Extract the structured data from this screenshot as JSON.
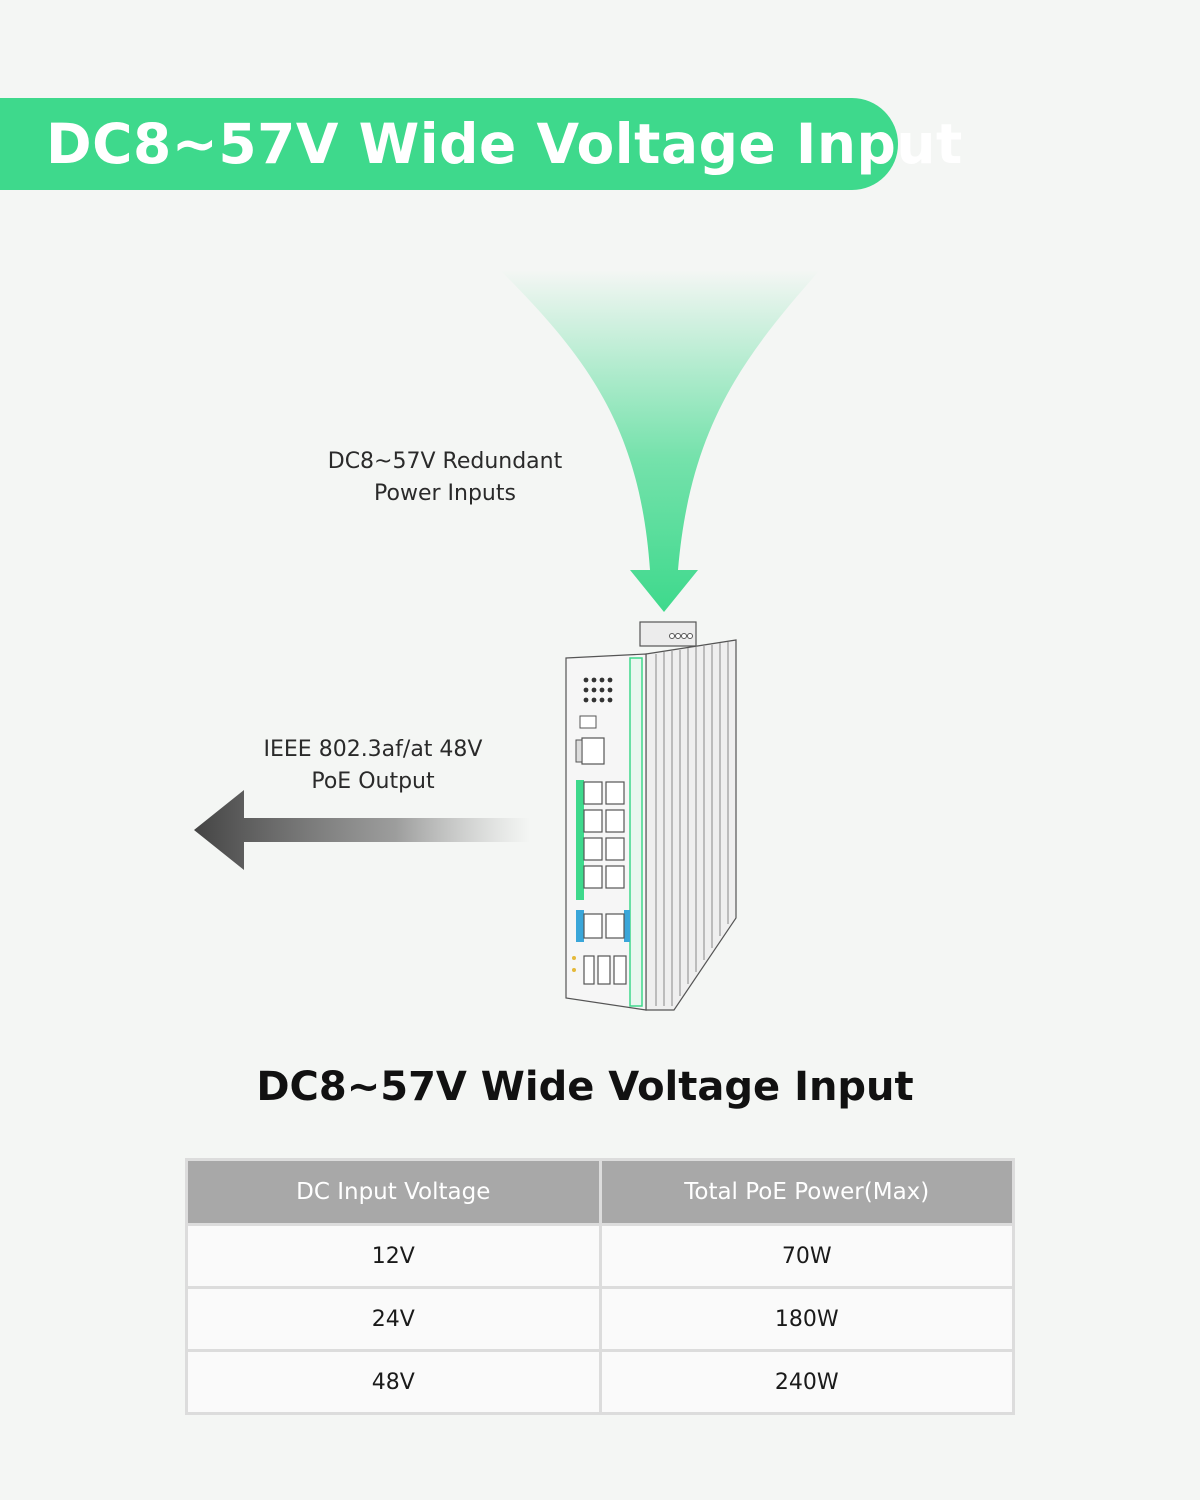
{
  "banner": {
    "title": "DC8~57V Wide Voltage Input"
  },
  "annotations": {
    "power_input_line1": "DC8~57V Redundant",
    "power_input_line2": "Power Inputs",
    "poe_output_line1": "IEEE 802.3af/at 48V",
    "poe_output_line2": "PoE Output"
  },
  "section": {
    "title": "DC8~57V Wide Voltage Input"
  },
  "table": {
    "headers": [
      "DC Input Voltage",
      "Total PoE Power(Max)"
    ],
    "rows": [
      [
        "12V",
        "70W"
      ],
      [
        "24V",
        "180W"
      ],
      [
        "48V",
        "240W"
      ]
    ]
  },
  "colors": {
    "accent_green": "#3ed98c",
    "table_header": "#a8a8a8",
    "table_border": "#dcdcdc"
  }
}
